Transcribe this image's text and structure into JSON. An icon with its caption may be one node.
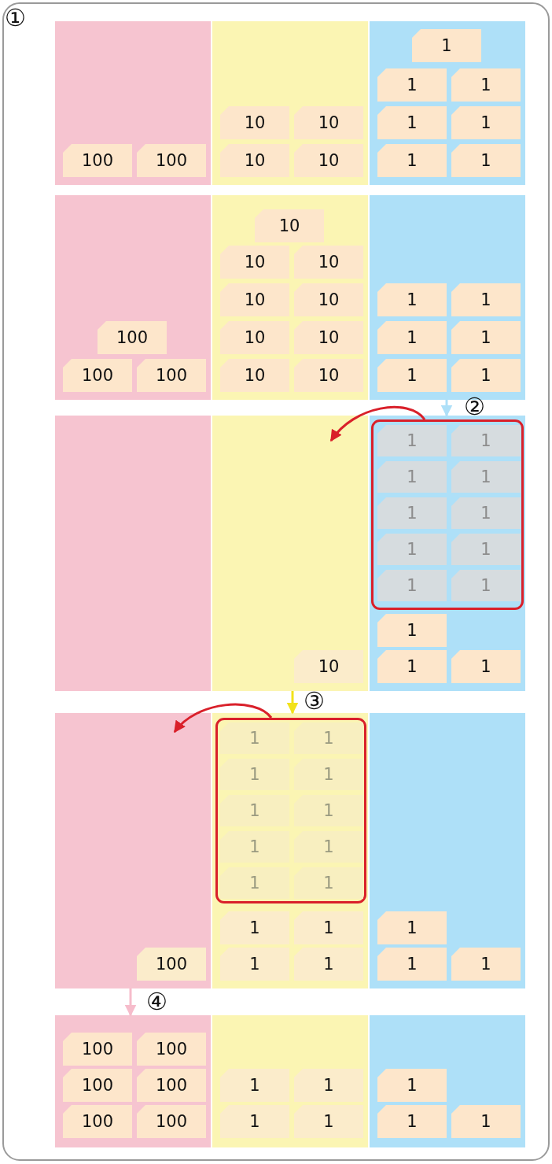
{
  "diagram": {
    "nodes": [
      {
        "text": [],
        "shape": "box"
      },
      {
        "text": [
          "100"
        ],
        "in": 0
      },
      {
        "text": [
          "100"
        ],
        "in": 0
      },
      {
        "text": [],
        "shape": "box"
      },
      {
        "text": [
          "10"
        ],
        "in": 3
      },
      {
        "text": [
          "10"
        ],
        "in": 3
      },
      {
        "text": [
          "10"
        ],
        "in": 3
      },
      {
        "text": [
          "10"
        ],
        "in": 3
      },
      {
        "text": [],
        "shape": "box"
      },
      {
        "text": [
          "1"
        ],
        "in": 8
      },
      {
        "text": [
          "1"
        ],
        "in": 8
      },
      {
        "text": [
          "1"
        ],
        "in": 8
      },
      {
        "text": [
          "1"
        ],
        "in": 8
      },
      {
        "text": [
          "1"
        ],
        "in": 8
      },
      {
        "text": [
          "1"
        ],
        "in": 8
      },
      {
        "text": [
          "1"
        ],
        "in": 8
      },
      {
        "text": [],
        "shape": "box"
      },
      {
        "text": [
          "100"
        ],
        "in": 16
      },
      {
        "text": [
          "100"
        ],
        "in": 16
      },
      {
        "text": [
          "100"
        ],
        "in": 16
      },
      {
        "text": [],
        "shape": "box"
      },
      {
        "text": [
          "10"
        ],
        "in": 20
      },
      {
        "text": [
          "10"
        ],
        "in": 20
      },
      {
        "text": [
          "10"
        ],
        "in": 20
      },
      {
        "text": [
          "10"
        ],
        "in": 20
      },
      {
        "text": [
          "10"
        ],
        "in": 20
      },
      {
        "text": [
          "10"
        ],
        "in": 20
      },
      {
        "text": [
          "10"
        ],
        "in": 20
      },
      {
        "text": [
          "10"
        ],
        "in": 20
      },
      {
        "text": [
          "10"
        ],
        "in": 20
      },
      {
        "text": [],
        "shape": "box"
      },
      {
        "text": [
          "1"
        ],
        "in": 30
      },
      {
        "text": [
          "1"
        ],
        "in": 30
      },
      {
        "text": [
          "1"
        ],
        "in": 30
      },
      {
        "text": [
          "1"
        ],
        "in": 30
      },
      {
        "text": [
          "1"
        ],
        "in": 30
      },
      {
        "text": [
          "1"
        ],
        "in": 30
      },
      {
        "text": [],
        "shape": "box"
      },
      {
        "text": [],
        "shape": "box"
      },
      {
        "text": [
          "10"
        ],
        "in": 38
      },
      {
        "text": [],
        "shape": "box"
      },
      {
        "text": [],
        "shape": "box",
        "in": 40
      },
      {
        "text": [
          "1"
        ],
        "in": 41
      },
      {
        "text": [
          "1"
        ],
        "in": 41
      },
      {
        "text": [
          "1"
        ],
        "in": 41
      },
      {
        "text": [
          "1"
        ],
        "in": 41
      },
      {
        "text": [
          "1"
        ],
        "in": 41
      },
      {
        "text": [
          "1"
        ],
        "in": 41
      },
      {
        "text": [
          "1"
        ],
        "in": 41
      },
      {
        "text": [
          "1"
        ],
        "in": 41
      },
      {
        "text": [
          "1"
        ],
        "in": 41
      },
      {
        "text": [
          "1"
        ],
        "in": 41
      },
      {
        "text": [
          "1"
        ],
        "in": 40
      },
      {
        "text": [
          "1"
        ],
        "in": 40
      },
      {
        "text": [
          "1"
        ],
        "in": 40
      },
      {
        "text": [],
        "shape": "box"
      },
      {
        "text": [
          "100"
        ],
        "in": 55
      },
      {
        "text": [],
        "shape": "box"
      },
      {
        "text": [],
        "shape": "box",
        "in": 57
      },
      {
        "text": [
          "1"
        ],
        "in": 58
      },
      {
        "text": [
          "1"
        ],
        "in": 58
      },
      {
        "text": [
          "1"
        ],
        "in": 58
      },
      {
        "text": [
          "1"
        ],
        "in": 58
      },
      {
        "text": [
          "1"
        ],
        "in": 58
      },
      {
        "text": [
          "1"
        ],
        "in": 58
      },
      {
        "text": [
          "1"
        ],
        "in": 58
      },
      {
        "text": [
          "1"
        ],
        "in": 58
      },
      {
        "text": [
          "1"
        ],
        "in": 58
      },
      {
        "text": [
          "1"
        ],
        "in": 58
      },
      {
        "text": [
          "1"
        ],
        "in": 57
      },
      {
        "text": [
          "1"
        ],
        "in": 57
      },
      {
        "text": [
          "1"
        ],
        "in": 57
      },
      {
        "text": [
          "1"
        ],
        "in": 57
      },
      {
        "text": [],
        "shape": "box"
      },
      {
        "text": [
          "1"
        ],
        "in": 73
      },
      {
        "text": [
          "1"
        ],
        "in": 73
      },
      {
        "text": [
          "1"
        ],
        "in": 73
      },
      {
        "text": [],
        "shape": "box"
      },
      {
        "text": [
          "100"
        ],
        "in": 77
      },
      {
        "text": [
          "100"
        ],
        "in": 77
      },
      {
        "text": [
          "100"
        ],
        "in": 77
      },
      {
        "text": [
          "100"
        ],
        "in": 77
      },
      {
        "text": [
          "100"
        ],
        "in": 77
      },
      {
        "text": [
          "100"
        ],
        "in": 77
      },
      {
        "text": [],
        "shape": "box"
      },
      {
        "text": [
          "1"
        ],
        "in": 84
      },
      {
        "text": [
          "1"
        ],
        "in": 84
      },
      {
        "text": [
          "1"
        ],
        "in": 84
      },
      {
        "text": [
          "1"
        ],
        "in": 84
      },
      {
        "text": [],
        "shape": "box"
      },
      {
        "text": [
          "1"
        ],
        "in": 89
      },
      {
        "text": [
          "1"
        ],
        "in": 89
      },
      {
        "text": [
          "1"
        ],
        "in": 89
      }
    ],
    "edges": [
      {
        "from": 41,
        "to": 38,
        "arrow": "to",
        "color": "#d9202a"
      },
      {
        "from": 58,
        "to": 55,
        "arrow": "to",
        "color": "#d9202a"
      },
      {
        "from": 30,
        "to": 40,
        "arrow": "to",
        "color": "#aee0f8"
      },
      {
        "from": 38,
        "to": 57,
        "arrow": "to",
        "color": "#f2e21a"
      },
      {
        "from": 55,
        "to": 77,
        "arrow": "to",
        "color": "#f6bccb"
      }
    ],
    "labels": [
      "①",
      "②",
      "③",
      "④"
    ]
  }
}
